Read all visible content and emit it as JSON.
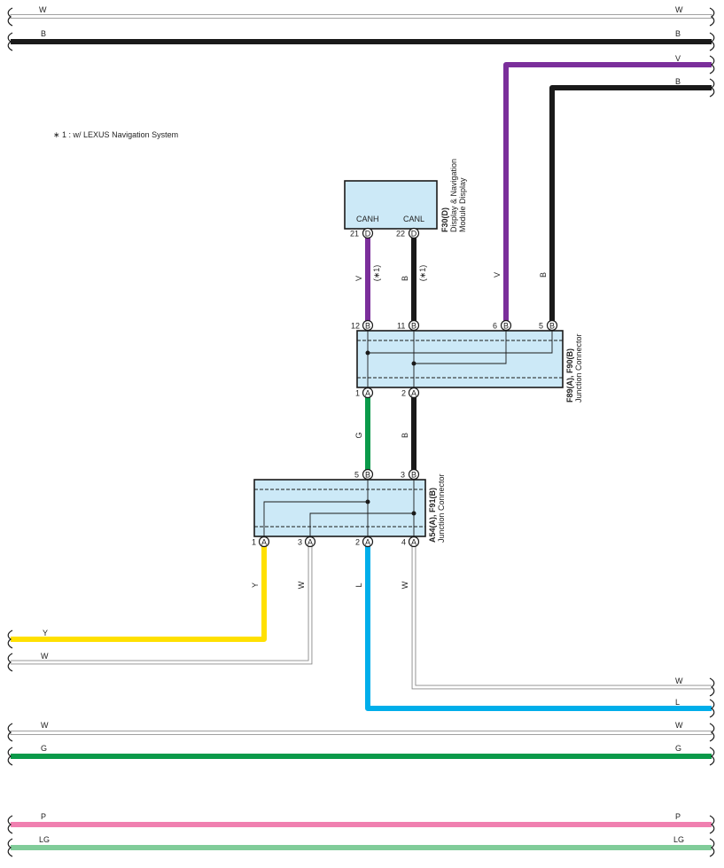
{
  "colors": {
    "W": "#ffffff",
    "B": "#1a1a1a",
    "V": "#7b2f9b",
    "G": "#0a9a4a",
    "Y": "#ffe000",
    "L": "#00aeea",
    "P": "#f080b0",
    "LG": "#80cc99",
    "box": "#cce9f7",
    "wire_outline": "#888888"
  },
  "note": "∗ 1 : w/ LEXUS Navigation System",
  "edge_wires": {
    "top_w": {
      "left": "W",
      "right": "W"
    },
    "top_b": {
      "left": "B",
      "right": "B"
    },
    "right_v": {
      "right": "V"
    },
    "right_b": {
      "right": "B"
    },
    "left_y": {
      "left": "Y"
    },
    "left_w": {
      "left": "W"
    },
    "right_w_low": {
      "right": "W"
    },
    "right_l": {
      "right": "L"
    },
    "mid_w": {
      "left": "W",
      "right": "W"
    },
    "mid_g": {
      "left": "G",
      "right": "G"
    },
    "bot_p": {
      "left": "P",
      "right": "P"
    },
    "bot_lg": {
      "left": "LG",
      "right": "LG"
    }
  },
  "display_module": {
    "code": "F30(D)",
    "name_line1": "Display & Navigation",
    "name_line2": "Module Display",
    "pin_canh_label": "CANH",
    "pin_canl_label": "CANL",
    "pin_canh_number": "21",
    "pin_canl_number": "22",
    "pin_connector": "D"
  },
  "junction_upper": {
    "code": "F89(A), F90(B)",
    "name": "Junction Connector",
    "top_pins": [
      {
        "number": "12",
        "connector": "B"
      },
      {
        "number": "11",
        "connector": "B"
      },
      {
        "number": "6",
        "connector": "B"
      },
      {
        "number": "5",
        "connector": "B"
      }
    ],
    "bottom_pins": [
      {
        "number": "1",
        "connector": "A"
      },
      {
        "number": "2",
        "connector": "A"
      }
    ]
  },
  "junction_lower": {
    "code": "A54(A), F91(B)",
    "name": "Junction Connector",
    "top_pins": [
      {
        "number": "5",
        "connector": "B"
      },
      {
        "number": "3",
        "connector": "B"
      }
    ],
    "bottom_pins": [
      {
        "number": "1",
        "connector": "A"
      },
      {
        "number": "3",
        "connector": "A"
      },
      {
        "number": "2",
        "connector": "A"
      },
      {
        "number": "4",
        "connector": "A"
      }
    ]
  },
  "wire_labels": {
    "disp_v": "V",
    "disp_v_note": "(∗1)",
    "disp_b": "B",
    "disp_b_note": "(∗1)",
    "up_v": "V",
    "up_b": "B",
    "mid_g": "G",
    "mid_b": "B",
    "low_y": "Y",
    "low_w": "W",
    "low_l": "L",
    "low_w2": "W"
  }
}
